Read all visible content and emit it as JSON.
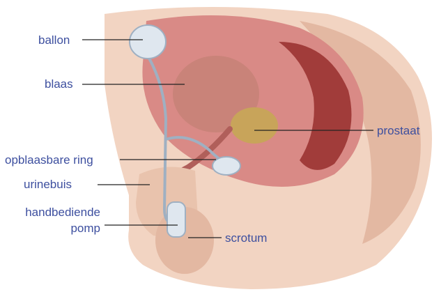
{
  "colors": {
    "label_text": "#3d4f9f",
    "leader_line": "#222222",
    "skin": "#f2d4c2",
    "skin_shadow": "#e3b8a2",
    "tissue": "#d98a86",
    "tissue_dark": "#a13c3a",
    "bladder": "#c98379",
    "prostate": "#c8a45a",
    "device": "#dfe7ef",
    "device_edge": "#9fb0c2"
  },
  "labels": {
    "ballon": "ballon",
    "blaas": "blaas",
    "opblaasbare_ring": "opblaasbare ring",
    "urinebuis": "urinebuis",
    "handbediende_line1": "handbediende",
    "handbediende_line2": "pomp",
    "prostaat": "prostaat",
    "scrotum": "scrotum"
  }
}
